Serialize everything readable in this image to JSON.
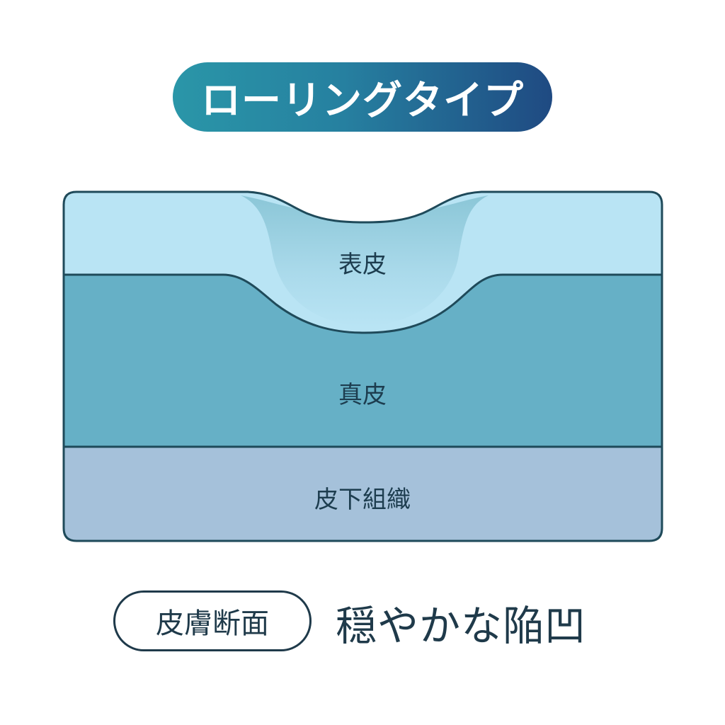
{
  "title": "ローリングタイプ",
  "layers": [
    {
      "id": "epidermis",
      "label": "表皮",
      "color": "#b9e4f4"
    },
    {
      "id": "dermis",
      "label": "真皮",
      "color": "#66b0c6"
    },
    {
      "id": "subcutaneous",
      "label": "皮下組織",
      "color": "#a5c1da"
    }
  ],
  "depression_color": "#8cc6d6",
  "outline_color": "#1f4a5a",
  "bottom": {
    "pill_label": "皮膚断面",
    "caption": "穏やかな陥凹"
  },
  "colors": {
    "title_gradient_start": "#2a96a8",
    "title_gradient_end": "#1f4a82",
    "text_dark": "#1f3a4a"
  }
}
